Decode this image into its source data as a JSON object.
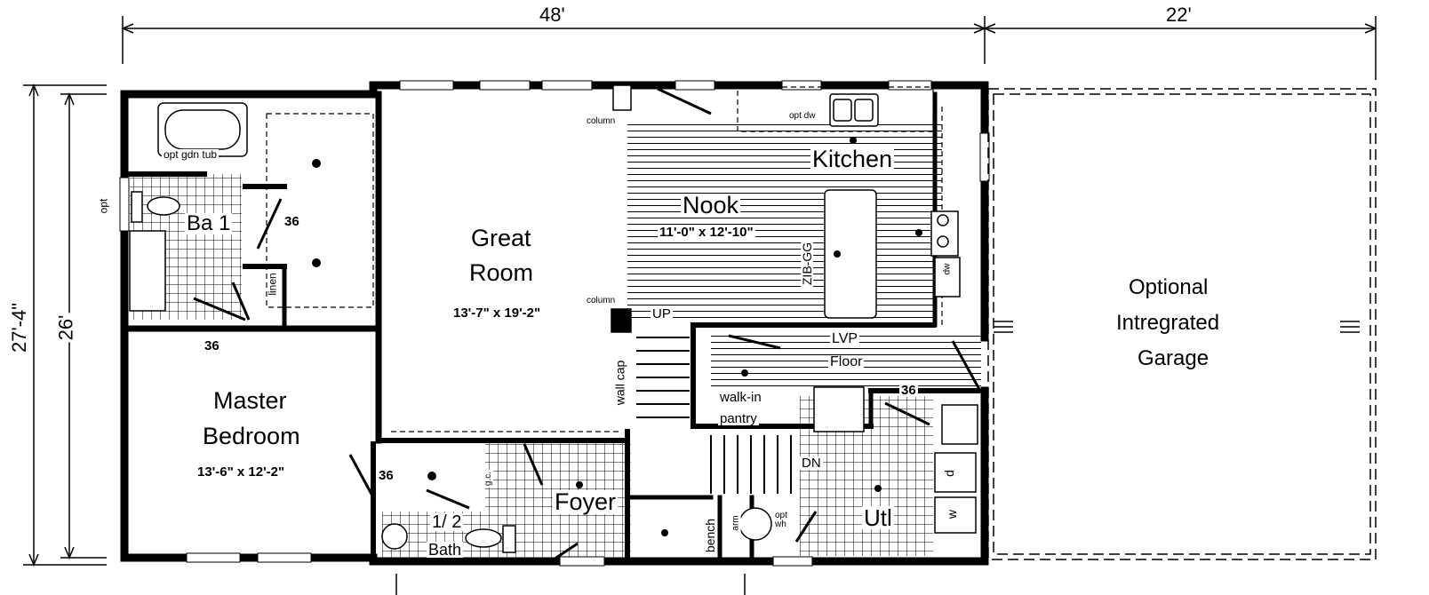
{
  "dimensions": {
    "width_main": "48'",
    "width_garage": "22'",
    "height_outer": "27'-4\"",
    "height_inner": "26'"
  },
  "rooms": {
    "great_room": {
      "name_line1": "Great",
      "name_line2": "Room",
      "size": "13'-7\" x 19'-2\""
    },
    "nook": {
      "name": "Nook",
      "size": "11'-0\" x 12'-10\""
    },
    "kitchen": {
      "name": "Kitchen"
    },
    "master_bedroom": {
      "name_line1": "Master",
      "name_line2": "Bedroom",
      "size": "13'-6\" x 12'-2\""
    },
    "bath1": {
      "name": "Ba 1"
    },
    "half_bath": {
      "name_line1": "1/ 2",
      "name_line2": "Bath"
    },
    "foyer": {
      "name": "Foyer"
    },
    "utility": {
      "name": "Utl"
    },
    "garage": {
      "name_line1": "Optional",
      "name_line2": "Intregrated",
      "name_line3": "Garage"
    },
    "lvp": {
      "line1": "LVP",
      "line2": "Floor"
    },
    "pantry": {
      "line1": "walk-in",
      "line2": "pantry"
    }
  },
  "labels": {
    "opt_gdn_tub": "opt gdn tub",
    "opt": "opt",
    "linen": "linen",
    "column_top": "column",
    "column_mid": "column",
    "opt_dw": "opt dw",
    "dw": "dw",
    "zib_gg": "ZIB-GG",
    "up": "UP",
    "dn": "DN",
    "wall_cap": "wall cap",
    "gc": "g.c.",
    "bench": "bench",
    "arm": "arm",
    "opt_wh": "opt\nwh",
    "d": "d",
    "w": "w",
    "door_36_bath": "36",
    "door_36_master": "36",
    "door_36_closet": "36",
    "door_36_util": "36"
  }
}
